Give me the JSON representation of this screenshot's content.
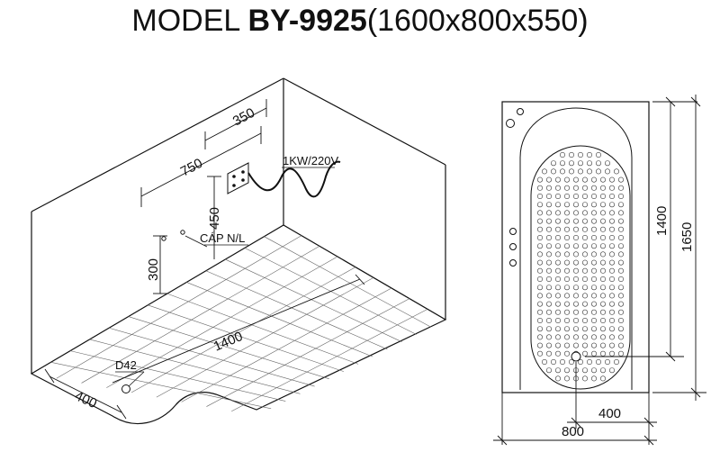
{
  "title": {
    "prefix": "MODEL ",
    "model": "BY-9925",
    "size": "(1600x800x550)"
  },
  "iso_view": {
    "dim_width_top": "350",
    "dim_depth_top": "750",
    "dim_height_panel": "450",
    "dim_height_outlet": "300",
    "dim_length": "1400",
    "dim_drain_offset": "400",
    "power_label": "1KW/220V",
    "outlet_label": "CÁP N/L",
    "drain_label": "D42"
  },
  "plan_view": {
    "dim_inner_length": "1400",
    "dim_total_length": "1650",
    "dim_drain_offset": "400",
    "dim_width": "800"
  }
}
